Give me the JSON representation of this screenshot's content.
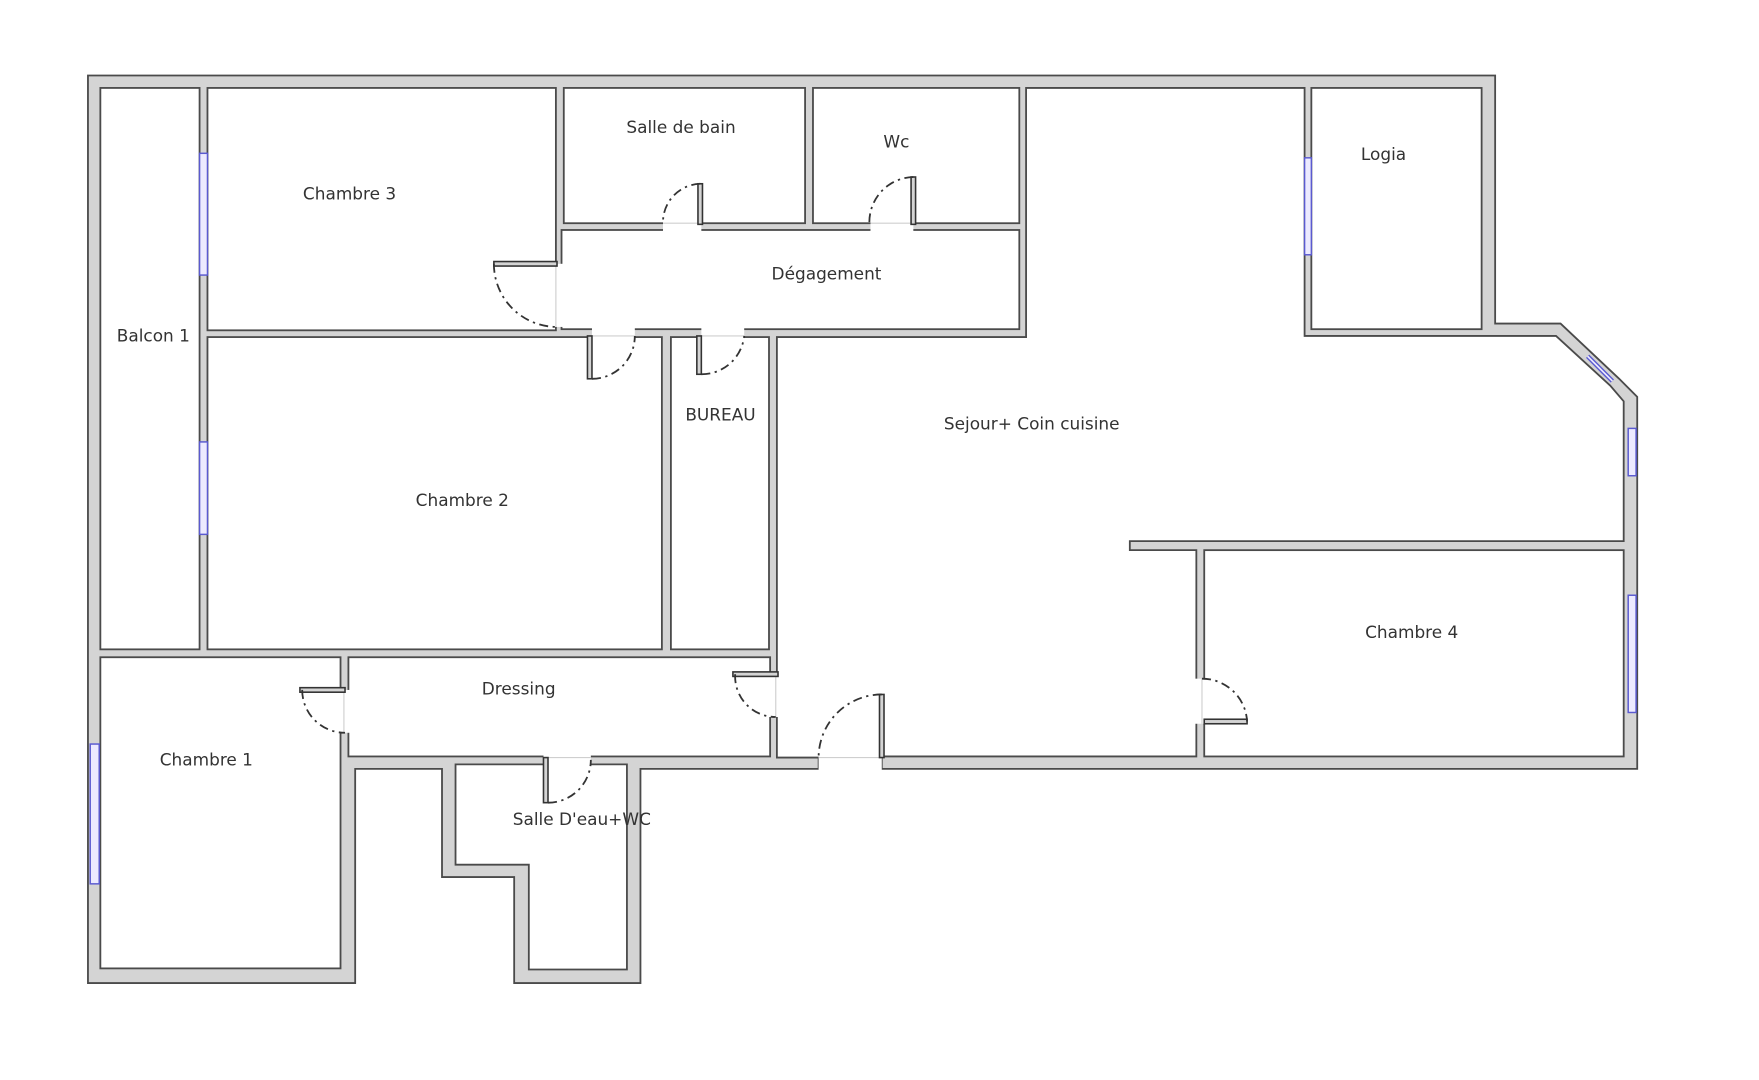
{
  "plan": {
    "type": "floor plan",
    "colors": {
      "wall_fill": "#d4d4d4",
      "wall_stroke": "#4a4a4a",
      "window": "#5a5ad0",
      "background": "#ffffff",
      "text": "#333333"
    },
    "rooms": [
      {
        "id": "balcon1",
        "label": "Balcon 1"
      },
      {
        "id": "chambre3",
        "label": "Chambre 3"
      },
      {
        "id": "salle_de_bain",
        "label": "Salle de bain"
      },
      {
        "id": "wc",
        "label": "Wc"
      },
      {
        "id": "degagement",
        "label": "Dégagement"
      },
      {
        "id": "logia",
        "label": "Logia"
      },
      {
        "id": "chambre2",
        "label": "Chambre 2"
      },
      {
        "id": "bureau",
        "label": "BUREAU"
      },
      {
        "id": "sejour",
        "label": "Sejour+ Coin cuisine"
      },
      {
        "id": "chambre4",
        "label": "Chambre 4"
      },
      {
        "id": "chambre1",
        "label": "Chambre 1"
      },
      {
        "id": "dressing",
        "label": "Dressing"
      },
      {
        "id": "salle_deau_wc",
        "label": "Salle D'eau+WC"
      }
    ]
  }
}
